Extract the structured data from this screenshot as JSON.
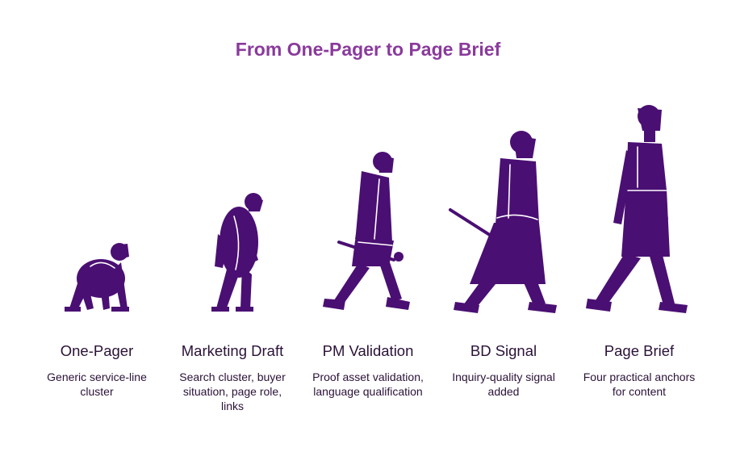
{
  "title": "From One-Pager to Page Brief",
  "stages": [
    {
      "title": "One-Pager",
      "description": "Generic service-line cluster",
      "icon": "ape-figure-icon"
    },
    {
      "title": "Marketing Draft",
      "description": "Search cluster, buyer situation, page role, links",
      "icon": "chimp-figure-icon"
    },
    {
      "title": "PM Validation",
      "description": "Proof asset validation, language qualification",
      "icon": "early-human-figure-icon"
    },
    {
      "title": "BD Signal",
      "description": "Inquiry-quality signal added",
      "icon": "caveman-with-spear-icon"
    },
    {
      "title": "Page Brief",
      "description": "Four practical anchors for content",
      "icon": "modern-human-figure-icon"
    }
  ],
  "colors": {
    "title": "#8a3a9c",
    "figure": "#4a0f73",
    "text": "#2b1238"
  }
}
